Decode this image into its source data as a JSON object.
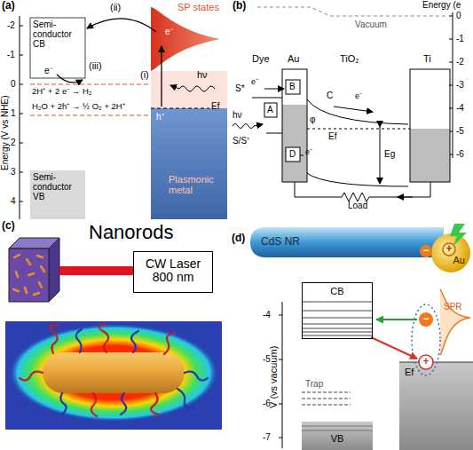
{
  "diagram": {
    "nodes": [
      {
        "text": [
          "Semi-conductor CB"
        ]
      },
      {
        "text": [
          "Semi-conductor VB"
        ]
      },
      {
        "text": [
          "CW Laser 800 nm"
        ]
      },
      {
        "text": [
          "CdS NR"
        ]
      },
      {
        "text": [
          "Au"
        ]
      },
      {
        "text": [
          "CB"
        ]
      },
      {
        "text": [
          "VB"
        ]
      }
    ],
    "labels": [
      "(a)",
      "Energy (V vs NHE)",
      "-2",
      "-1",
      "0",
      "1",
      "2",
      "3",
      "4",
      "(ii)",
      "SP states",
      "e⁻",
      "e⁻",
      "(iii)",
      "(i)",
      "hν",
      "h⁺",
      "Ef",
      "2H⁺ + 2 e⁻ → H₂",
      "H₂O + 2h⁺ → ½ O₂ + 2H⁺",
      "Plasmonic metal",
      "(b)",
      "Vacuum",
      "Energy (e",
      "0",
      "-1",
      "-2",
      "-3",
      "-4",
      "-5",
      "-6",
      "Dye",
      "Au",
      "TiO₂",
      "Ti",
      "S*",
      "e⁻",
      "B",
      "A",
      "hν",
      "S/S⁺",
      "C",
      "e⁻",
      "φ",
      "Ef",
      "Eg",
      "D",
      "e⁻",
      "Load",
      "(c)",
      "Nanorods",
      "(d)",
      "V (vs vacuum)",
      "-4",
      "-5",
      "-6",
      "-7",
      "Trap",
      "Ef",
      "SPR",
      "−",
      "+",
      "−",
      "+"
    ]
  }
}
